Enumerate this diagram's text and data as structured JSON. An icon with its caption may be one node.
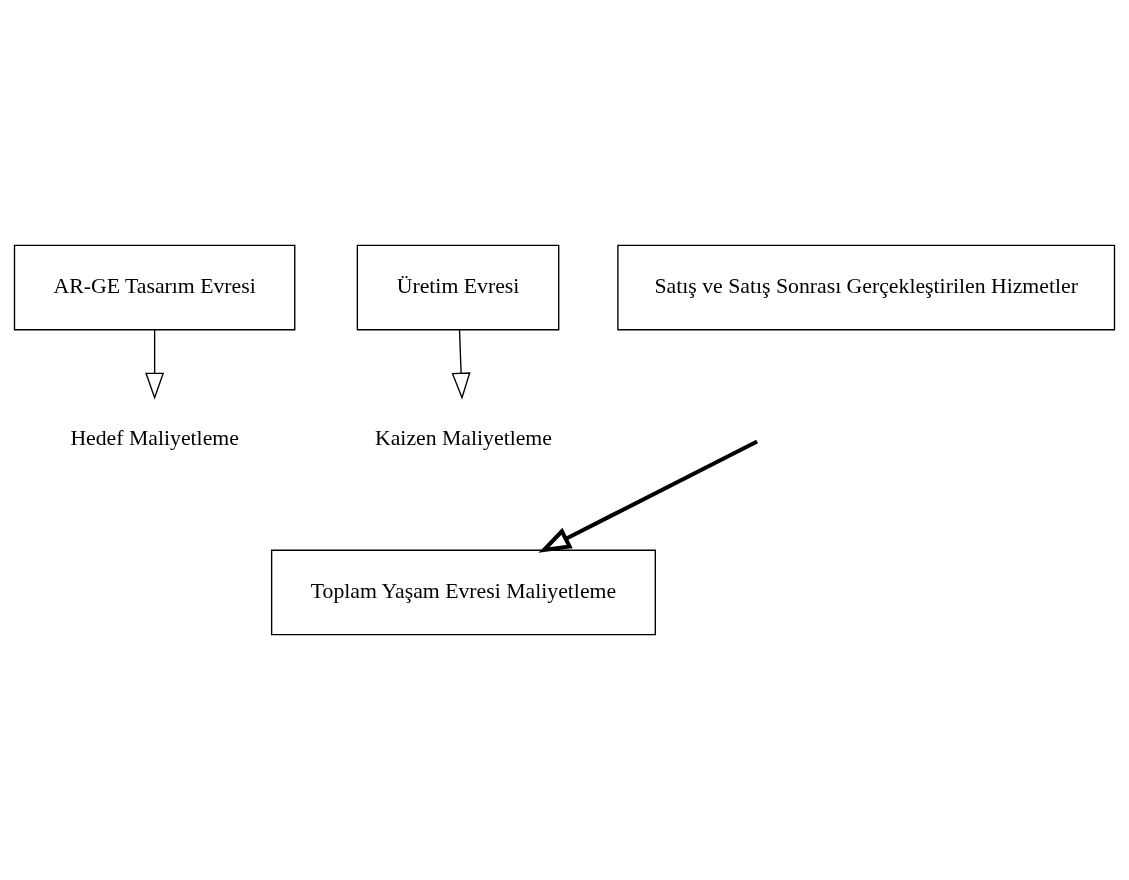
{
  "diagram": {
    "nodes": [
      {
        "text": [
          "AR-GE Tasarım Evresi"
        ]
      },
      {
        "text": [
          "Üretim Evresi"
        ]
      },
      {
        "text": [
          "Satış ve Satış Sonrası Gerçekleştirilen Hizmetler"
        ]
      },
      {
        "text": [
          "Hedef Maliyetleme"
        ]
      },
      {
        "text": [
          "Kaizen Maliyetleme"
        ]
      },
      {
        "text": [
          "Toplam Yaşam Evresi Maliyetleme"
        ]
      }
    ],
    "edges": [
      {
        "from": 0,
        "to": 3,
        "arrow": "to"
      },
      {
        "from": 1,
        "to": 4,
        "arrow": "to"
      },
      {
        "from": null,
        "to": 5,
        "arrow": "to",
        "style": "thick"
      }
    ]
  }
}
